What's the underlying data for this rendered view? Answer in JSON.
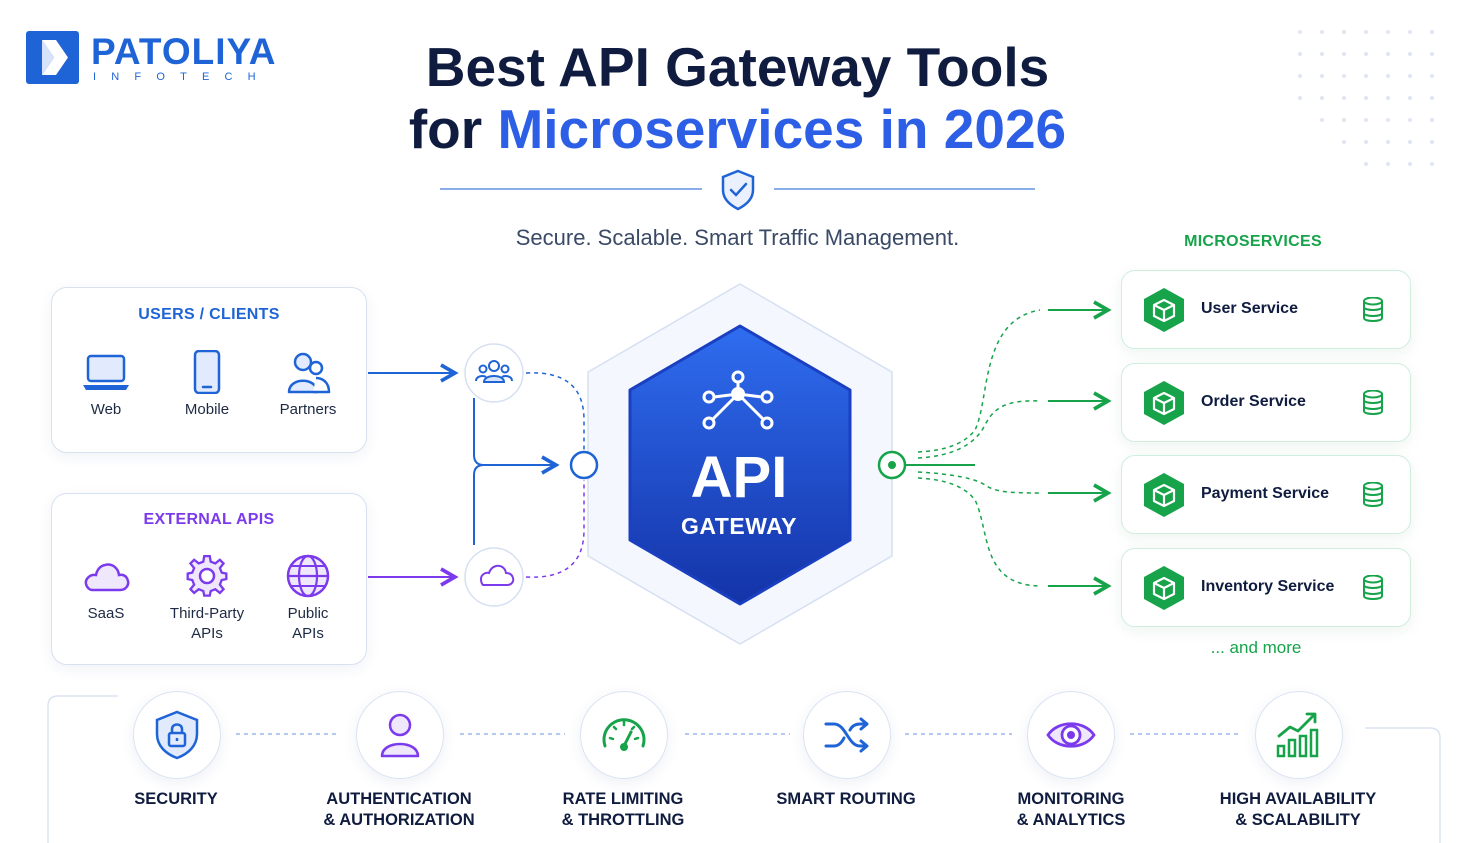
{
  "brand": {
    "name": "PATOLIYA",
    "sub": "INFOTECH",
    "color": "#1f64d6"
  },
  "heading": {
    "line1": "Best API Gateway Tools",
    "line2_prefix": "for ",
    "line2_highlight": "Microservices in 2026",
    "tagline": "Secure. Scalable. Smart Traffic Management."
  },
  "users_clients": {
    "title": "USERS / CLIENTS",
    "items": [
      {
        "label": "Web",
        "icon": "laptop-icon"
      },
      {
        "label": "Mobile",
        "icon": "mobile-phone-icon"
      },
      {
        "label": "Partners",
        "icon": "partners-icon"
      }
    ]
  },
  "external_apis": {
    "title": "EXTERNAL APIS",
    "items": [
      {
        "label": "SaaS",
        "icon": "cloud-icon"
      },
      {
        "label": "Third-Party APIs",
        "line1": "Third-Party",
        "line2": "APIs",
        "icon": "gear-icon"
      },
      {
        "label": "Public APIs",
        "line1": "Public",
        "line2": "APIs",
        "icon": "globe-icon"
      }
    ]
  },
  "gateway": {
    "title": "API",
    "subtitle": "GATEWAY",
    "icon": "network-hub-icon"
  },
  "microservices": {
    "title": "MICROSERVICES",
    "services": [
      {
        "label": "User Service"
      },
      {
        "label": "Order Service"
      },
      {
        "label": "Payment Service"
      },
      {
        "label": "Inventory Service"
      }
    ],
    "more": "... and more"
  },
  "features": [
    {
      "line1": "SECURITY",
      "line2": "",
      "icon": "shield-lock-icon"
    },
    {
      "line1": "AUTHENTICATION",
      "line2": "& AUTHORIZATION",
      "icon": "user-icon"
    },
    {
      "line1": "RATE LIMITING",
      "line2": "& THROTTLING",
      "icon": "gauge-icon"
    },
    {
      "line1": "SMART ROUTING",
      "line2": "",
      "icon": "shuffle-icon"
    },
    {
      "line1": "MONITORING",
      "line2": "& ANALYTICS",
      "icon": "eye-icon"
    },
    {
      "line1": "HIGH AVAILABILITY",
      "line2": "& SCALABILITY",
      "icon": "bar-chart-growth-icon"
    }
  ],
  "colors": {
    "primary": "#1f64d6",
    "accent_blue": "#2c5fe6",
    "purple": "#7c3aed",
    "green": "#16a34a",
    "navy": "#0f1c3f"
  }
}
